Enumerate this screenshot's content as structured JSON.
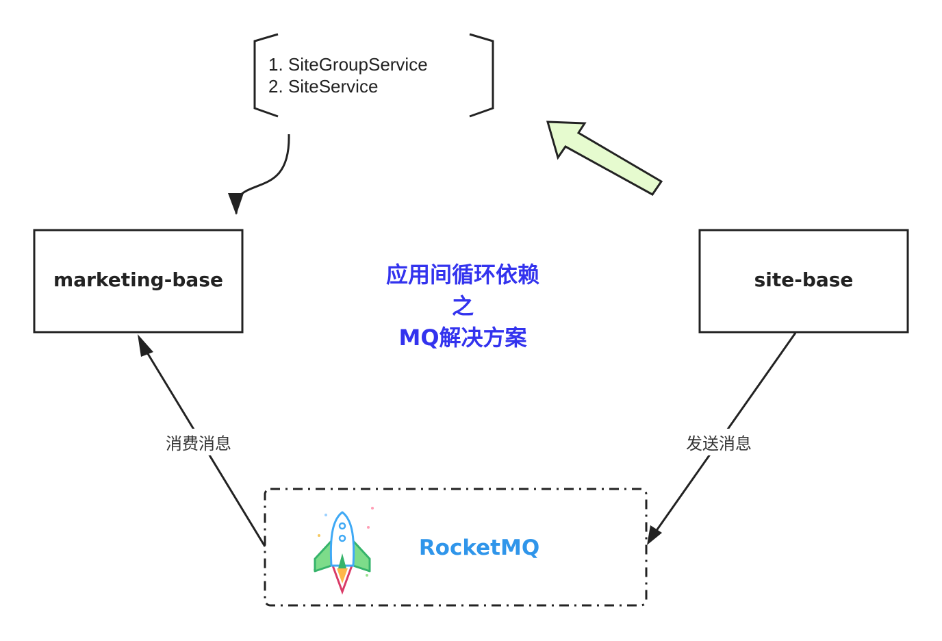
{
  "services": {
    "item1": "1. SiteGroupService",
    "item2": "2. SiteService"
  },
  "nodes": {
    "left_box": "marketing-base",
    "right_box": "site-base",
    "queue": "RocketMQ"
  },
  "title": {
    "line1": "应用间循环依赖",
    "line2": "之",
    "line3": "MQ解决方案"
  },
  "edges": {
    "consume": "消费消息",
    "send": "发送消息"
  },
  "colors": {
    "title": "#3333ee",
    "queue_label": "#2f95ea",
    "big_arrow_fill": "#e6fbcf",
    "stroke": "#222222"
  }
}
